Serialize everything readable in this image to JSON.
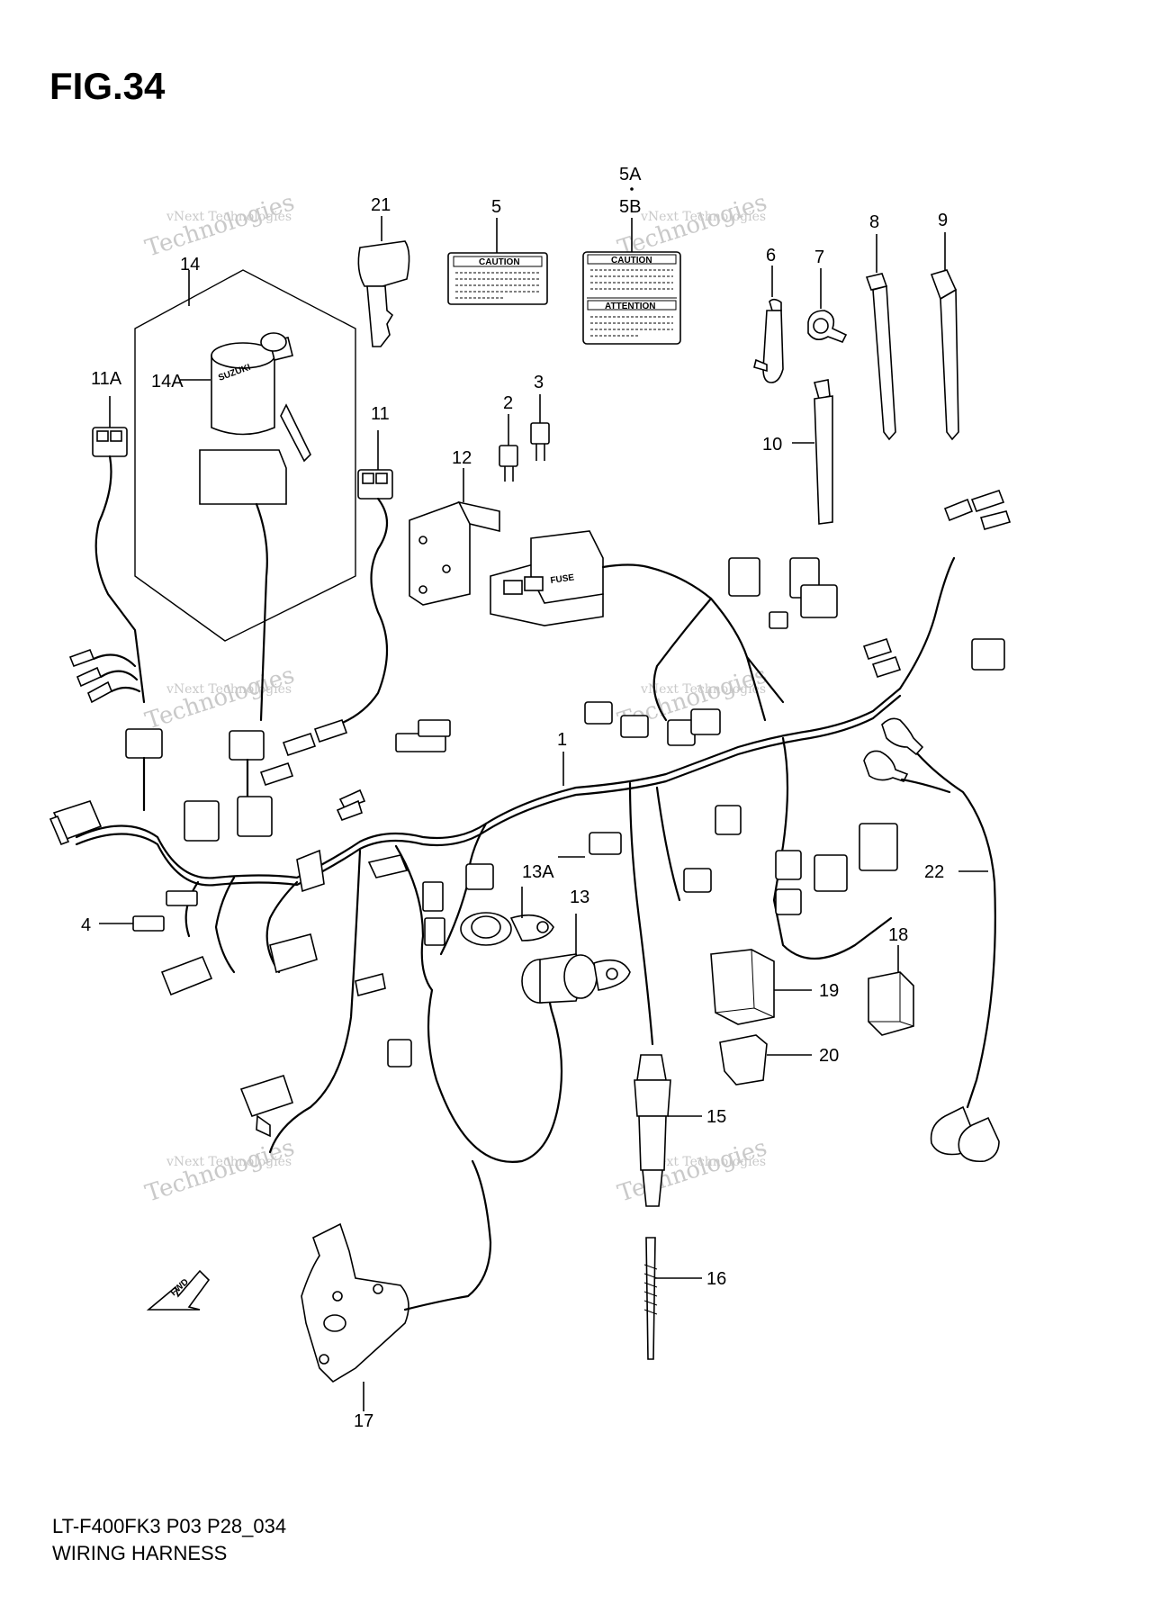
{
  "figure": {
    "title": "FIG.34",
    "model_code": "LT-F400FK3 P03 P28_034",
    "caption": "WIRING HARNESS"
  },
  "watermark": {
    "line1": "vNext Technologies",
    "line2": "Technologies"
  },
  "stickers": {
    "caution": "CAUTION",
    "attention": "ATTENTION"
  },
  "component_text": {
    "fuse": "FUSE",
    "key_brand": "SUZUKI",
    "fwd": "FWD"
  },
  "parts": [
    {
      "id": "1"
    },
    {
      "id": "2"
    },
    {
      "id": "3"
    },
    {
      "id": "4"
    },
    {
      "id": "5"
    },
    {
      "id": "5A"
    },
    {
      "id": "5B"
    },
    {
      "id": "6"
    },
    {
      "id": "7"
    },
    {
      "id": "8"
    },
    {
      "id": "9"
    },
    {
      "id": "10"
    },
    {
      "id": "11"
    },
    {
      "id": "11A"
    },
    {
      "id": "12"
    },
    {
      "id": "13"
    },
    {
      "id": "13A"
    },
    {
      "id": "14"
    },
    {
      "id": "14A"
    },
    {
      "id": "15"
    },
    {
      "id": "16"
    },
    {
      "id": "17"
    },
    {
      "id": "18"
    },
    {
      "id": "19"
    },
    {
      "id": "20"
    },
    {
      "id": "21"
    },
    {
      "id": "22"
    }
  ],
  "colors": {
    "line": "#000000",
    "background": "#ffffff",
    "watermark": "#c9c9c9"
  }
}
